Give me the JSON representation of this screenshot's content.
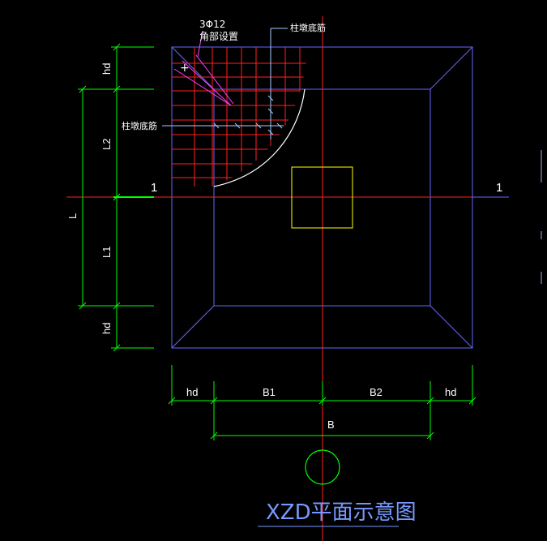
{
  "drawing": {
    "title": "XZD平面示意图",
    "annotations": {
      "corner_rebar_line1": "3Φ12",
      "corner_rebar_line2": "角部设置",
      "column_rebar_top": "柱墩底筋",
      "column_rebar_left": "柱墩底筋"
    },
    "section_marks": {
      "left": "1",
      "right": "1"
    },
    "dimensions": {
      "vertical_outer": [
        "hd",
        "hd"
      ],
      "vertical_inner": [
        "L2",
        "L1"
      ],
      "vertical_total": "L",
      "horizontal_outer": [
        "hd",
        "B1",
        "B2",
        "hd"
      ],
      "horizontal_total": "B"
    }
  },
  "colors": {
    "background": "#000000",
    "outline": "#6666ff",
    "axis": "#ff2020",
    "dimension": "#00ff00",
    "column": "#ffff00",
    "annotation_text": "#ffffff",
    "leader": "#ff40ff",
    "curve": "#ffffff",
    "arrow_line": "#aaccff"
  }
}
